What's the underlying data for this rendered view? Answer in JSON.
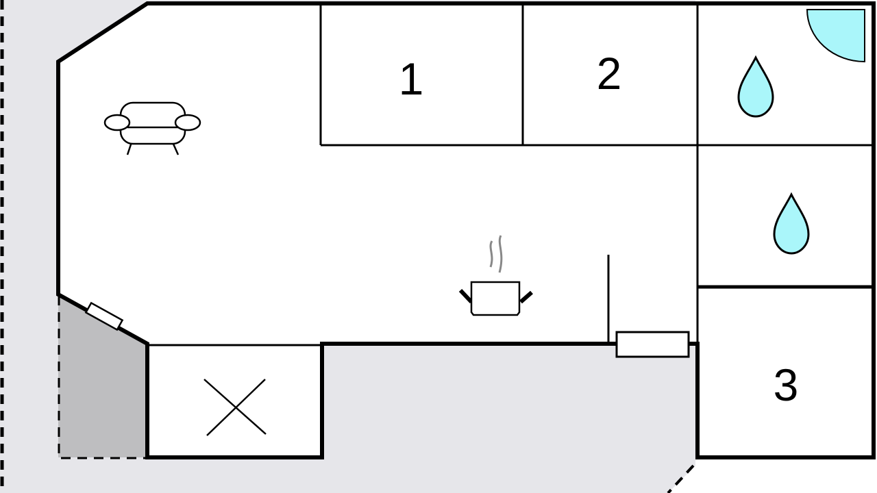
{
  "rooms": {
    "bedroom_1": "1",
    "bedroom_2": "2",
    "bedroom_3": "3"
  },
  "icons": {
    "living": "sofa-icon",
    "kitchen": "cooking-pot-icon",
    "bathroom": "water-drop-icon",
    "shower": "shower-quarter-circle-icon",
    "storage": "cross-mark-icon"
  },
  "colors": {
    "terrace": "#e6e6ea",
    "covered_terrace": "#bebec0",
    "water": "#aaf6fa",
    "wall": "#000000"
  }
}
